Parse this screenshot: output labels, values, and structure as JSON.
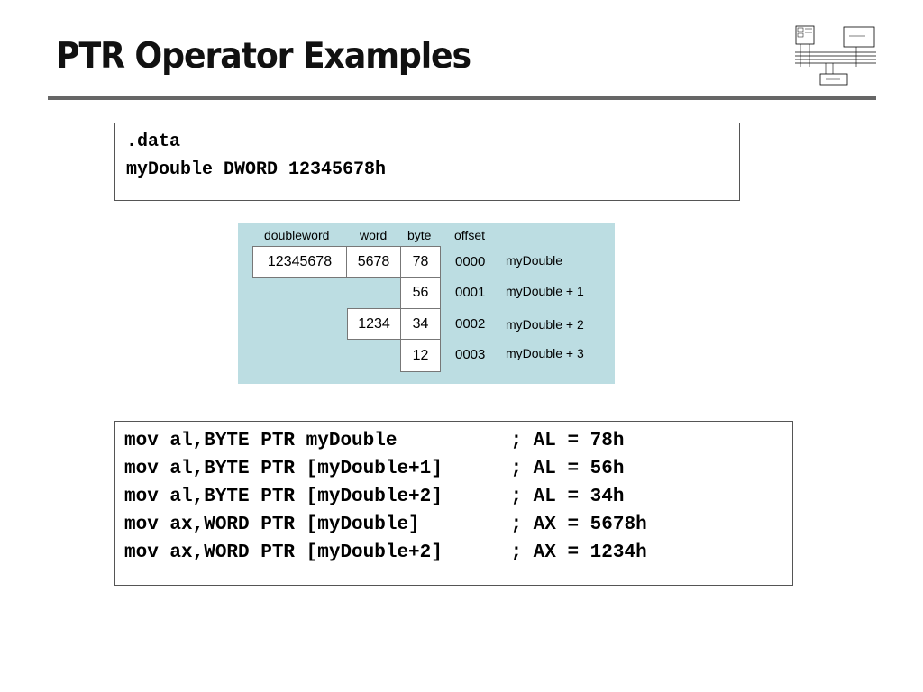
{
  "slide": {
    "title": "PTR Operator Examples"
  },
  "data_box": {
    "lines": [
      ".data",
      "myDouble DWORD 12345678h"
    ]
  },
  "memory_diagram": {
    "headers": {
      "doubleword": "doubleword",
      "word": "word",
      "byte": "byte",
      "offset": "offset"
    },
    "doubleword_value": "12345678",
    "word_values": [
      "5678",
      "1234"
    ],
    "bytes": [
      {
        "value": "78",
        "offset": "0000",
        "label": "myDouble"
      },
      {
        "value": "56",
        "offset": "0001",
        "label": "myDouble + 1"
      },
      {
        "value": "34",
        "offset": "0002",
        "label": "myDouble + 2"
      },
      {
        "value": "12",
        "offset": "0003",
        "label": "myDouble + 3"
      }
    ],
    "colors": {
      "panel_background": "#bcdde2",
      "cell_background": "#ffffff"
    }
  },
  "code_box": {
    "lines": [
      "mov al,BYTE PTR myDouble          ; AL = 78h",
      "mov al,BYTE PTR [myDouble+1]      ; AL = 56h",
      "mov al,BYTE PTR [myDouble+2]      ; AL = 34h",
      "mov ax,WORD PTR [myDouble]        ; AX = 5678h",
      "mov ax,WORD PTR [myDouble+2]      ; AX = 1234h"
    ]
  },
  "logo": {
    "icon": "computer-architecture-diagram-icon"
  }
}
